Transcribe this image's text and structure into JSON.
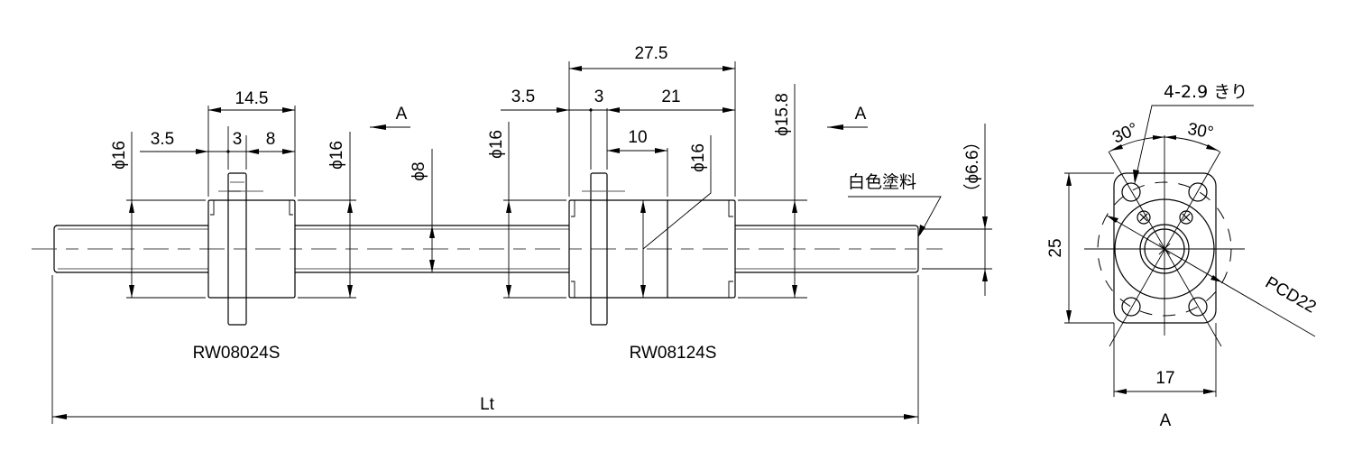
{
  "drawing": {
    "type": "ball screw technical drawing",
    "models": {
      "left_nut": "RW08024S",
      "right_nut": "RW08124S"
    },
    "overall_length_label": "Lt",
    "section_marker": "A",
    "view_label": "A",
    "paint_note": "白色塗料",
    "left_nut_dims": {
      "flange_offset": "3.5",
      "flange_thickness": "3",
      "after_flange": "8",
      "nut_length": "14.5",
      "dia_left": "ϕ16",
      "dia_right": "ϕ16"
    },
    "right_nut_dims": {
      "flange_offset": "3.5",
      "flange_thickness": "3",
      "after_flange": "21",
      "nut_length": "27.5",
      "step_length": "10",
      "dia_left": "ϕ16",
      "dia_inner": "ϕ16",
      "dia_right": "ϕ15.8"
    },
    "shaft_dims": {
      "shaft_dia": "ϕ8",
      "root_dia": "（ϕ6.6）"
    },
    "end_view": {
      "hole_note": "4-2.9 きり",
      "angle_left": "30°",
      "angle_right": "30°",
      "height": "25",
      "width": "17",
      "pcd": "PCD22"
    }
  }
}
